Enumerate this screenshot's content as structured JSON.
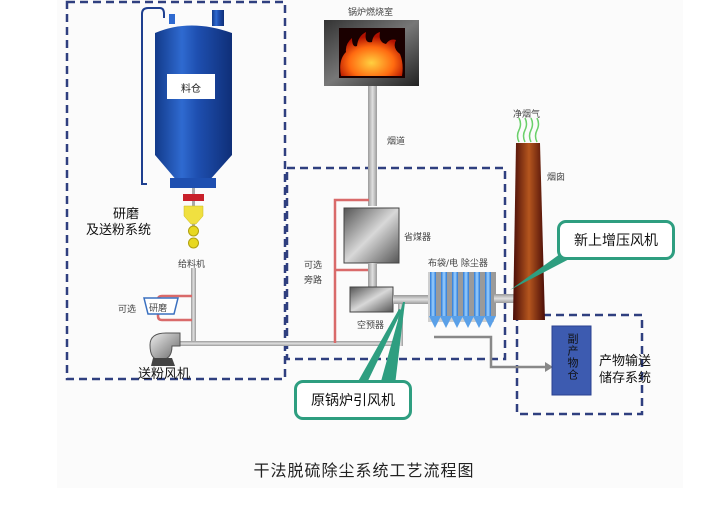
{
  "diagram": {
    "title": "干法脱硫除尘系统工艺流程图",
    "colors": {
      "boundary_dashed": "#2f3f7f",
      "silo_blue": "#1e4fb0",
      "pipe_gray": "#b8b8b8",
      "bypass_red": "#d96a6a",
      "callout_green": "#2e9e80",
      "stack_brown": "#7a1e14",
      "byproduct_blue": "#3d5bb0",
      "feeder_yellow": "#f0e040"
    },
    "systems": {
      "grinding": "研磨\n及送粉系统",
      "grinding_line1": "研磨",
      "grinding_line2": "及送粉系统",
      "product_line1": "产物输送",
      "product_line2": "储存系统"
    },
    "components": {
      "silo": "料仓",
      "feeder": "给料机",
      "optional": "可选",
      "mill": "研磨",
      "powder_fan": "送粉风机",
      "furnace": "锅炉燃烧室",
      "flue": "烟道",
      "economizer": "省煤器",
      "bypass_line1": "可选",
      "bypass_line2": "旁路",
      "air_preheater": "空预器",
      "dust_collector": "布袋/电 除尘器",
      "clean_gas": "净烟气",
      "chimney": "烟囱",
      "byproduct_silo": "副产物仓"
    },
    "callouts": {
      "booster_fan": "新上增压风机",
      "induced_fan": "原锅炉引风机"
    }
  }
}
